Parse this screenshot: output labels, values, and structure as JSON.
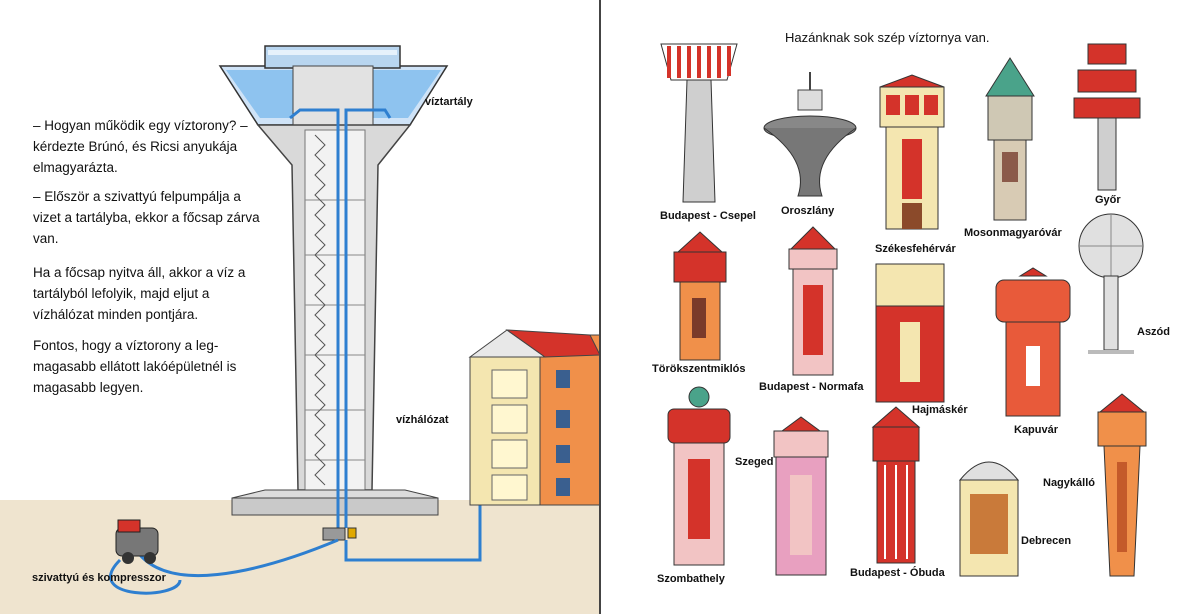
{
  "left_page": {
    "paragraphs": [
      "– Hogyan működik egy víztorony? – kérdezte Brúnó, és Ricsi anyukája elmagyarázta.",
      "– Először a szivattyú felpumpálja a vizet a tartályba, ekkor a főcsap zárva van.",
      "Ha a főcsap nyitva áll, akkor a víz a tartályból lefolyik, majd eljut a vízhálózat minden pontjára.",
      "Fontos, hogy a víztorony a leg­magasabb ellátott lakóépület­nél is magasabb legyen."
    ],
    "labels": {
      "tank": "víztartály",
      "network": "vízhálózat",
      "pump": "szivattyú és kompresszor"
    }
  },
  "right_page": {
    "heading": "Hazánknak sok szép víztornya van.",
    "towers": [
      {
        "name": "Budapest - Csepel",
        "icon": "tower-csepel"
      },
      {
        "name": "Oroszlány",
        "icon": "tower-oroszlany"
      },
      {
        "name": "Székesfehérvár",
        "icon": "tower-szekesfehervar"
      },
      {
        "name": "Mosonmagyaróvár",
        "icon": "tower-mosonmagyarovar"
      },
      {
        "name": "Győr",
        "icon": "tower-gyor"
      },
      {
        "name": "Törökszentmiklós",
        "icon": "tower-torokszentmiklos"
      },
      {
        "name": "Budapest - Normafa",
        "icon": "tower-normafa"
      },
      {
        "name": "Hajmáskér",
        "icon": "tower-hajmasker"
      },
      {
        "name": "Kapuvár",
        "icon": "tower-kapuvar"
      },
      {
        "name": "Aszód",
        "icon": "tower-aszod"
      },
      {
        "name": "Szombathely",
        "icon": "tower-szombathely"
      },
      {
        "name": "Szeged",
        "icon": "tower-szeged"
      },
      {
        "name": "Budapest - Óbuda",
        "icon": "tower-obuda"
      },
      {
        "name": "Debrecen",
        "icon": "tower-debrecen"
      },
      {
        "name": "Nagykálló",
        "icon": "tower-nagykallo"
      }
    ]
  },
  "colors": {
    "water": "#2e7fd0",
    "brick_red": "#d4332a",
    "ground": "#efe4cf",
    "cream": "#f4e6b0"
  }
}
